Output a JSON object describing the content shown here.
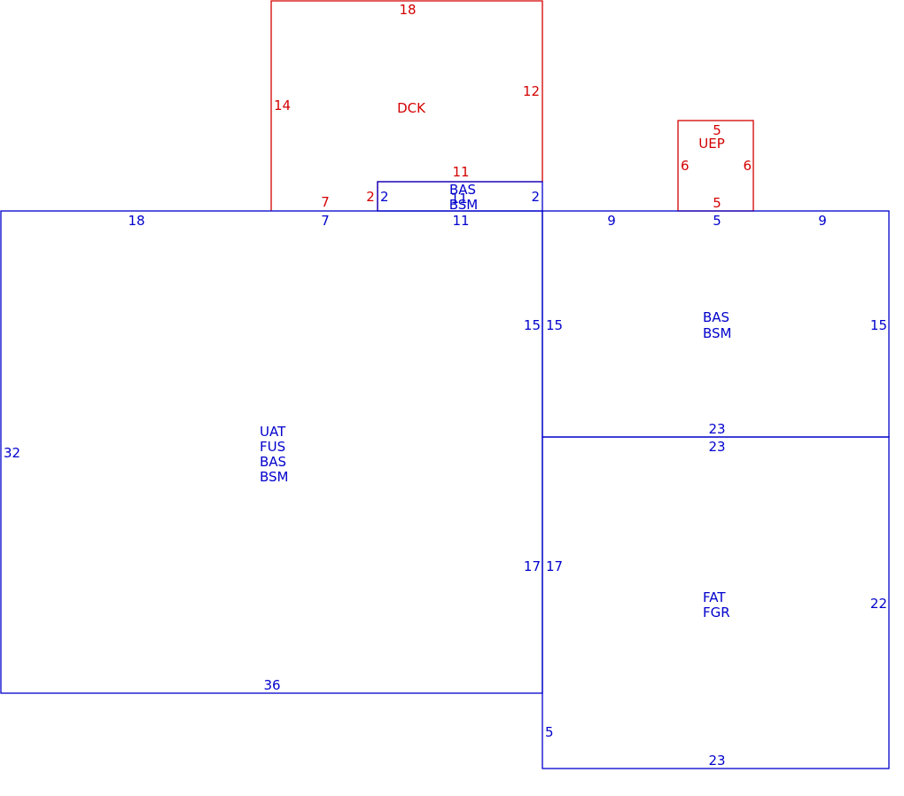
{
  "colors": {
    "main": "#0000cc",
    "addition": "#d40000",
    "background": "#ffffff"
  },
  "main_left": {
    "codes": [
      "UAT",
      "FUS",
      "BAS",
      "BSM"
    ],
    "top_a": "18",
    "top_b": "7",
    "top_c": "11",
    "left": "32",
    "right_upper": "15",
    "right_lower": "17",
    "bottom": "36"
  },
  "small_bay": {
    "codes": [
      "BAS",
      "BSM"
    ],
    "left": "2",
    "right": "2",
    "top": "11",
    "mid": "11"
  },
  "right_upper": {
    "codes": [
      "BAS",
      "BSM"
    ],
    "top_a": "9",
    "top_b": "5",
    "top_c": "9",
    "left": "15",
    "right": "15",
    "bottom": "23"
  },
  "right_lower": {
    "codes": [
      "FAT",
      "FGR"
    ],
    "top": "23",
    "left_upper": "17",
    "left_lower": "5",
    "right": "22",
    "bottom": "23"
  },
  "deck": {
    "code": "DCK",
    "top": "18",
    "left": "14",
    "right": "12",
    "bottom_a": "7",
    "step": "2",
    "bottom_b": "11"
  },
  "uep": {
    "code": "UEP",
    "top": "5",
    "left": "6",
    "right": "6",
    "bottom": "5"
  }
}
